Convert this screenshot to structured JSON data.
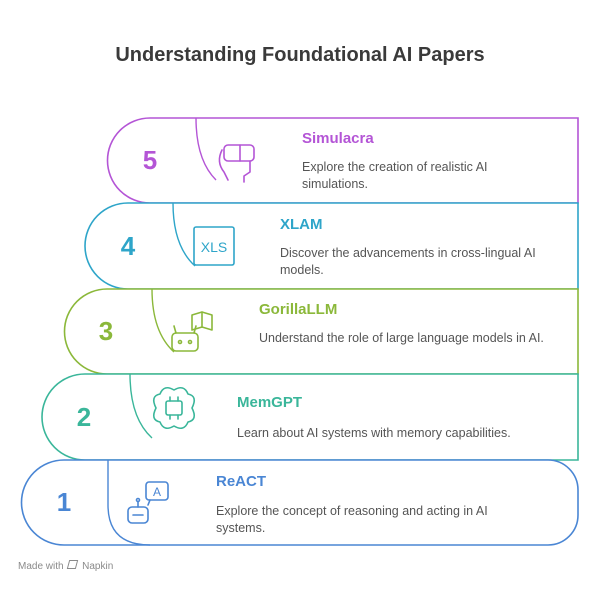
{
  "title": "Understanding Foundational AI Papers",
  "steps": [
    {
      "number": "1",
      "title": "ReACT",
      "description": "Explore the concept of reasoning and acting in AI systems.",
      "color": "#4a86d4",
      "icon": "robot-chat-icon"
    },
    {
      "number": "2",
      "title": "MemGPT",
      "description": "Learn about AI systems with memory capabilities.",
      "color": "#3ab69a",
      "icon": "chip-brain-icon"
    },
    {
      "number": "3",
      "title": "GorillaLLM",
      "description": "Understand the role of large language models in AI.",
      "color": "#8bb83a",
      "icon": "robot-book-icon"
    },
    {
      "number": "4",
      "title": "XLAM",
      "description": "Discover the advancements in cross-lingual AI models.",
      "color": "#2ea5c9",
      "icon": "xls-icon"
    },
    {
      "number": "5",
      "title": "Simulacra",
      "description": "Explore the creation of realistic AI simulations.",
      "color": "#b455d6",
      "icon": "vr-headset-icon"
    }
  ],
  "footer": {
    "made_with": "Made with",
    "brand": "Napkin"
  }
}
